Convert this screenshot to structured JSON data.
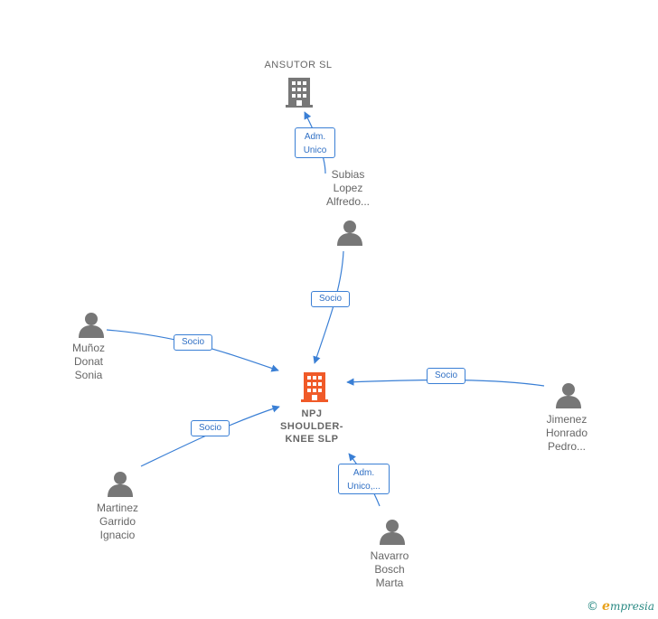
{
  "colors": {
    "edge": "#3a7fd5",
    "person": "#777777",
    "company": "#777777",
    "focus_company": "#f05a28",
    "label": "#666666"
  },
  "nodes": {
    "ansutor": {
      "label": "ANSUTOR  SL",
      "icon": "building-icon"
    },
    "npj": {
      "label": "NPJ\nSHOULDER-\nKNEE  SLP",
      "icon": "building-icon"
    },
    "subias": {
      "label": "Subias\nLopez\nAlfredo...",
      "icon": "person-icon"
    },
    "munoz": {
      "label": "Muñoz\nDonat\nSonia",
      "icon": "person-icon"
    },
    "martinez": {
      "label": "Martinez\nGarrido\nIgnacio",
      "icon": "person-icon"
    },
    "jimenez": {
      "label": "Jimenez\nHonrado\nPedro...",
      "icon": "person-icon"
    },
    "navarro": {
      "label": "Navarro\nBosch\nMarta",
      "icon": "person-icon"
    }
  },
  "edges": {
    "subias_ansutor": "Adm.\nUnico",
    "subias_npj": "Socio",
    "munoz_npj": "Socio",
    "martinez_npj": "Socio",
    "jimenez_npj": "Socio",
    "navarro_npj": "Adm.\nUnico,..."
  },
  "brand": {
    "copyright": "©",
    "first_letter": "e",
    "rest": "mpresia"
  }
}
